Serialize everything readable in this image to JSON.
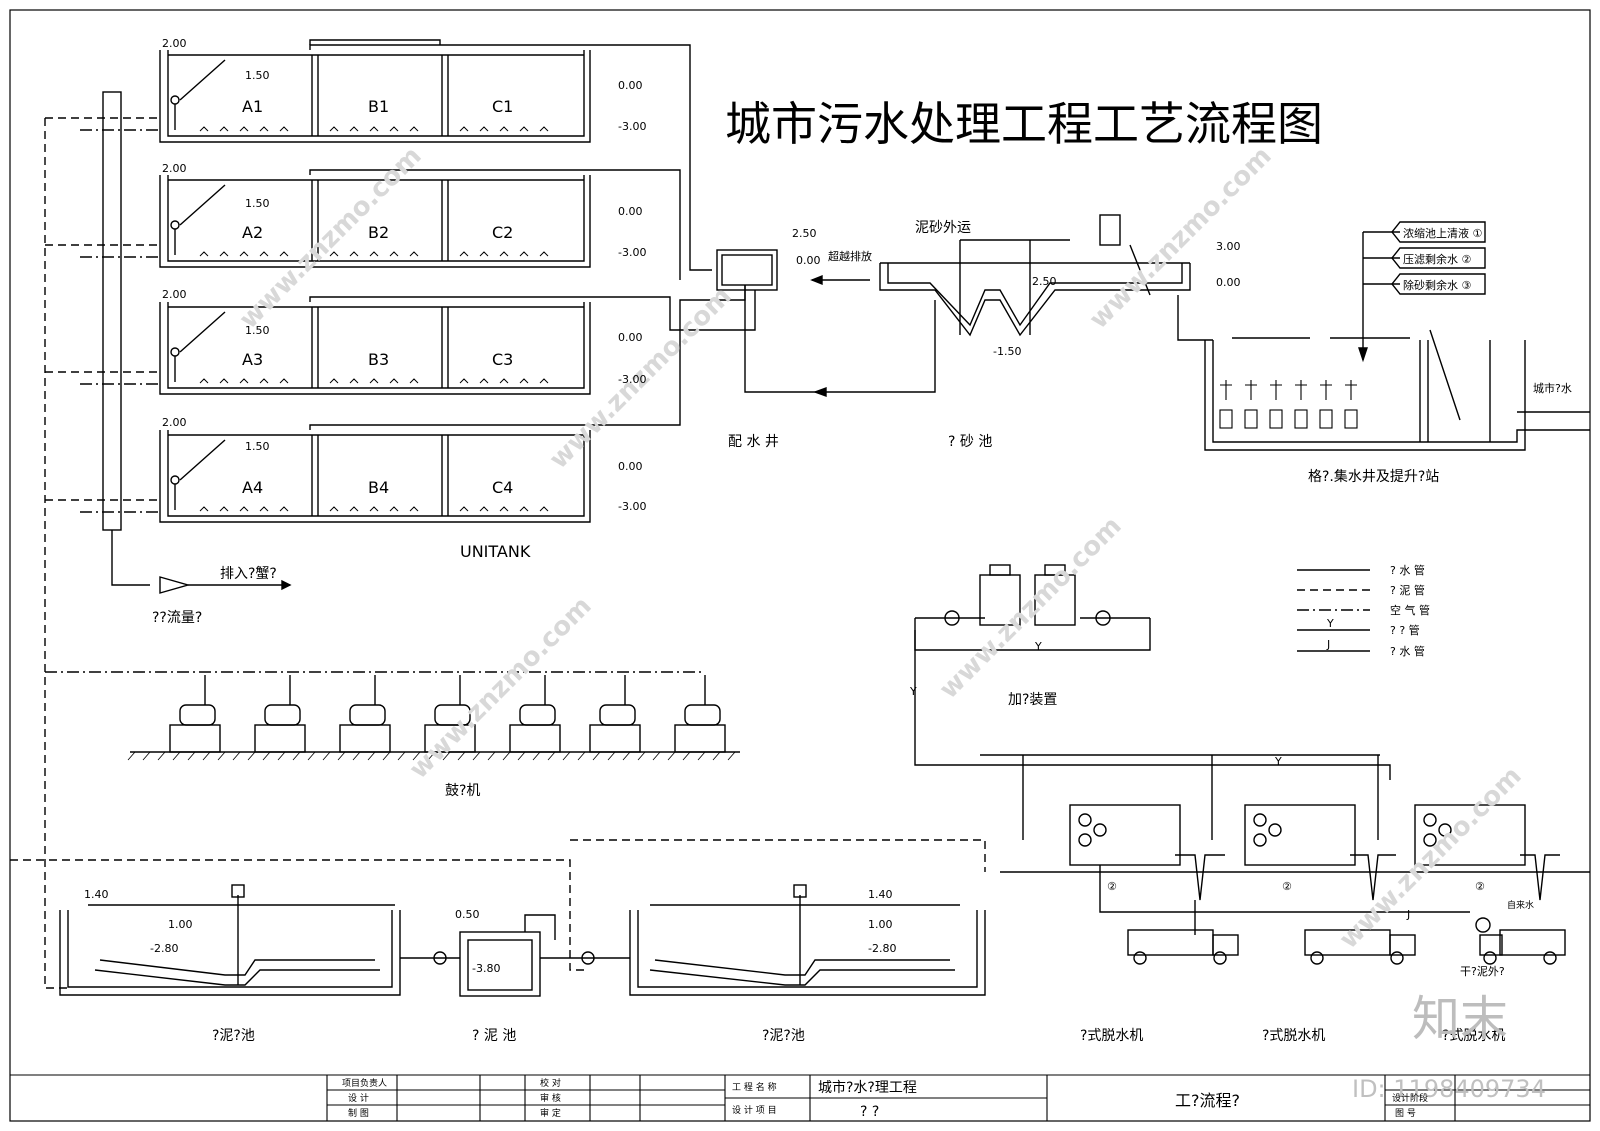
{
  "title": "城市污水处理工程工艺流程图",
  "tanks": [
    {
      "a": "A1",
      "b": "B1",
      "c": "C1"
    },
    {
      "a": "A2",
      "b": "B2",
      "c": "C2"
    },
    {
      "a": "A3",
      "b": "B3",
      "c": "C3"
    },
    {
      "a": "A4",
      "b": "B4",
      "c": "C4"
    }
  ],
  "tank_levels": {
    "top": "2.00",
    "water": "1.50",
    "ground": "0.00",
    "bottom": "-3.00"
  },
  "unitank_label": "UNITANK",
  "discharge_label": "排入?蟹?",
  "flowmeter_label": "??流量?",
  "blower_label": "鼓?机",
  "distribution_well_label": "配 水 井",
  "grit_chamber_label": "? 砂 池",
  "grit_top_label": "泥砂外运",
  "overflow_label": "超越排放",
  "levels_misc": {
    "l250a": "2.50",
    "l000a": "0.00",
    "l250b": "2.50",
    "l150": "-1.50",
    "l300": "3.00",
    "l000b": "0.00"
  },
  "screen_station_label": "格?.集水井及提升?站",
  "city_label": "城市?水",
  "return_labels": [
    "浓缩池上清液 ①",
    "压滤剩余水 ②",
    "除砂剩余水 ③"
  ],
  "legend": [
    {
      "code": "",
      "label": "? 水 管"
    },
    {
      "code": "",
      "label": "? 泥 管"
    },
    {
      "code": "",
      "label": "空 气 管"
    },
    {
      "code": "Y",
      "label": "? ? 管"
    },
    {
      "code": "J",
      "label": "? 水 管"
    }
  ],
  "dosing_label": "加?装置",
  "pipe_y": "Y",
  "pipe_j": "J",
  "thickener_left_label": "?泥?池",
  "sludge_pool_label": "? 泥 池",
  "thickener_right_label": "?泥?池",
  "thickener_levels": {
    "top": "1.40",
    "water": "1.00",
    "bottom": "-2.80",
    "pool_top": "0.50",
    "pool_bottom": "-3.80"
  },
  "dewater_labels": [
    "?式脱水机",
    "?式脱水机",
    "?式脱水机"
  ],
  "tap_water_label": "自来水",
  "dry_sludge_label": "干?泥外?",
  "circle_num": "②",
  "watermark": "www.znzmo.com",
  "logo_text": "知末",
  "id_text": "ID: 1198409734",
  "titleblock": {
    "project_lead": "项目负责人",
    "design": "设 计",
    "draw": "制 图",
    "check": "校 对",
    "review": "审 核",
    "approve": "审 定",
    "project_name_label": "工 程 名 称",
    "design_item_label": "设 计 项 目",
    "project_name": "城市?水?理工程",
    "design_item": "?  ?",
    "drawing_name": "工?流程?",
    "design_stage": "设计阶段",
    "drawing_no": "图 号"
  }
}
